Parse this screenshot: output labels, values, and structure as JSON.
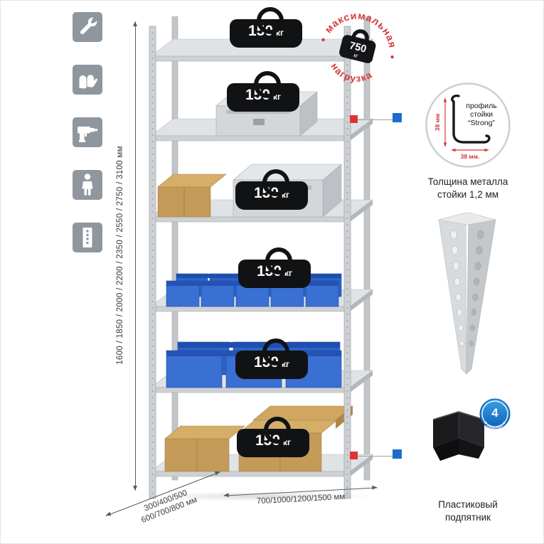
{
  "feature_icons": [
    {
      "name": "wrench-icon"
    },
    {
      "name": "gloves-icon"
    },
    {
      "name": "drill-icon"
    },
    {
      "name": "person-icon"
    },
    {
      "name": "perforated-post-icon"
    }
  ],
  "dimensions": {
    "height_label": "1600 / 1850 / 2000 / 2200 / 2350 / 2550 / 2750 / 3100 мм",
    "depth_line1": "300/400/500",
    "depth_line2": "600/700/800 мм",
    "width_label": "700/1000/1200/1500 мм"
  },
  "shelf_load": {
    "value": "150",
    "unit": "кг"
  },
  "max_load_stamp": {
    "arc_top": "максимальная",
    "arc_bottom": "нагрузка",
    "value": "750",
    "unit": "кг"
  },
  "profile_callout": {
    "line1": "профиль",
    "line2": "стойки",
    "line3": "“Strong”",
    "dim_vertical": "38 мм",
    "dim_horizontal": "38 мм.",
    "caption_line1": "Толщина металла",
    "caption_line2": "стойки 1,2 мм"
  },
  "foot_callout": {
    "badge_value": "4",
    "badge_text": "в комплекте",
    "caption_line1": "Пластиковый",
    "caption_line2": "подпятник"
  },
  "colors": {
    "accent_red": "#d63838",
    "accent_blue": "#1d6bd0",
    "bin_blue": "#2e64c6",
    "metal_gray": "#c9cdd0",
    "icon_gray": "#8f969d"
  }
}
